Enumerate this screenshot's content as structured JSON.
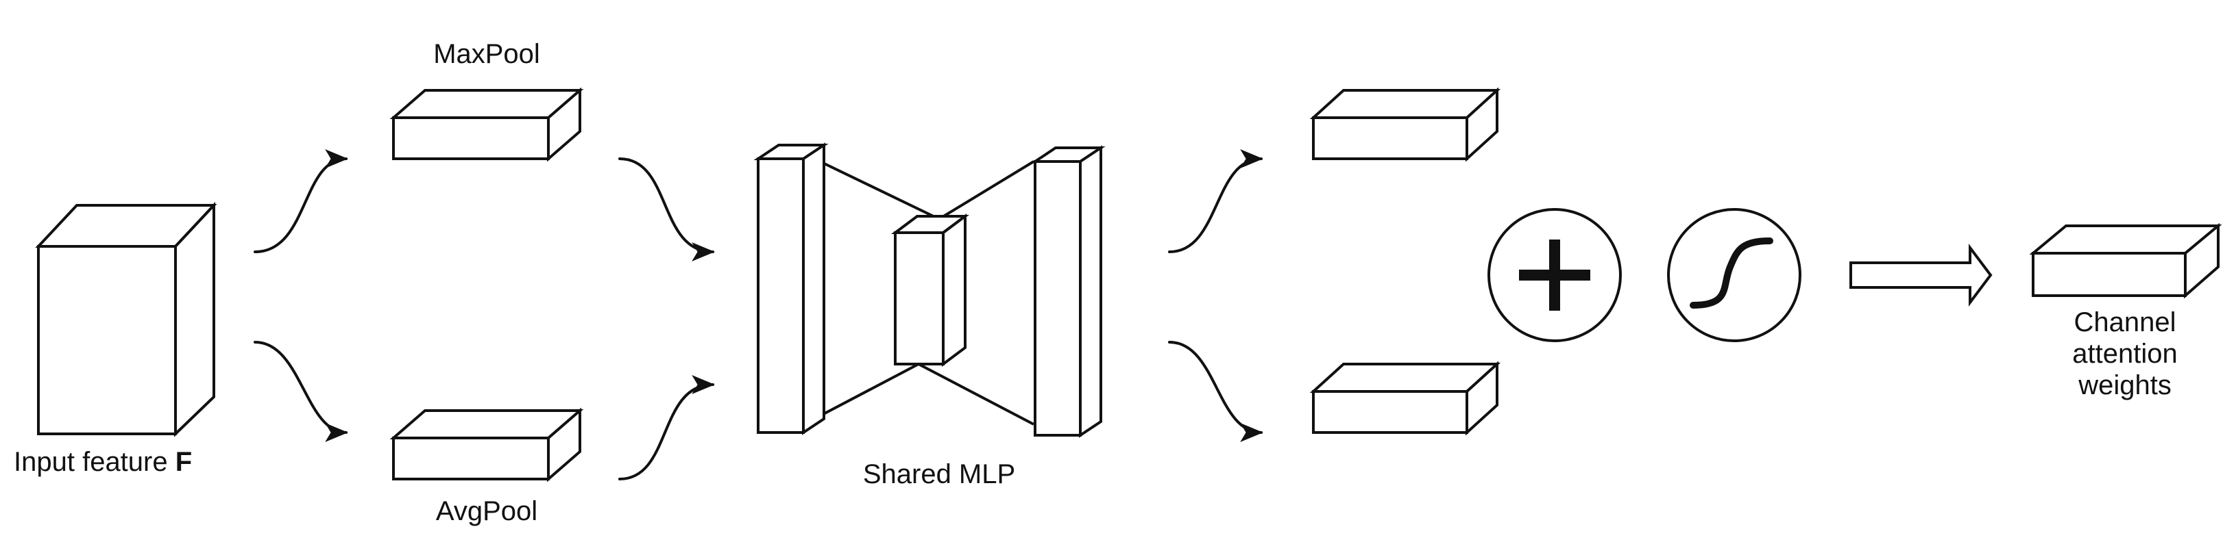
{
  "labels": {
    "input_feature": "Input feature",
    "input_feature_symbol": "F",
    "maxpool": "MaxPool",
    "avgpool": "AvgPool",
    "shared_mlp": "Shared MLP",
    "output_line1": "Channel",
    "output_line2": "attention",
    "output_line3": "weights"
  },
  "operators": {
    "sum_icon": "plus-icon",
    "activation_icon": "sigmoid-icon"
  }
}
